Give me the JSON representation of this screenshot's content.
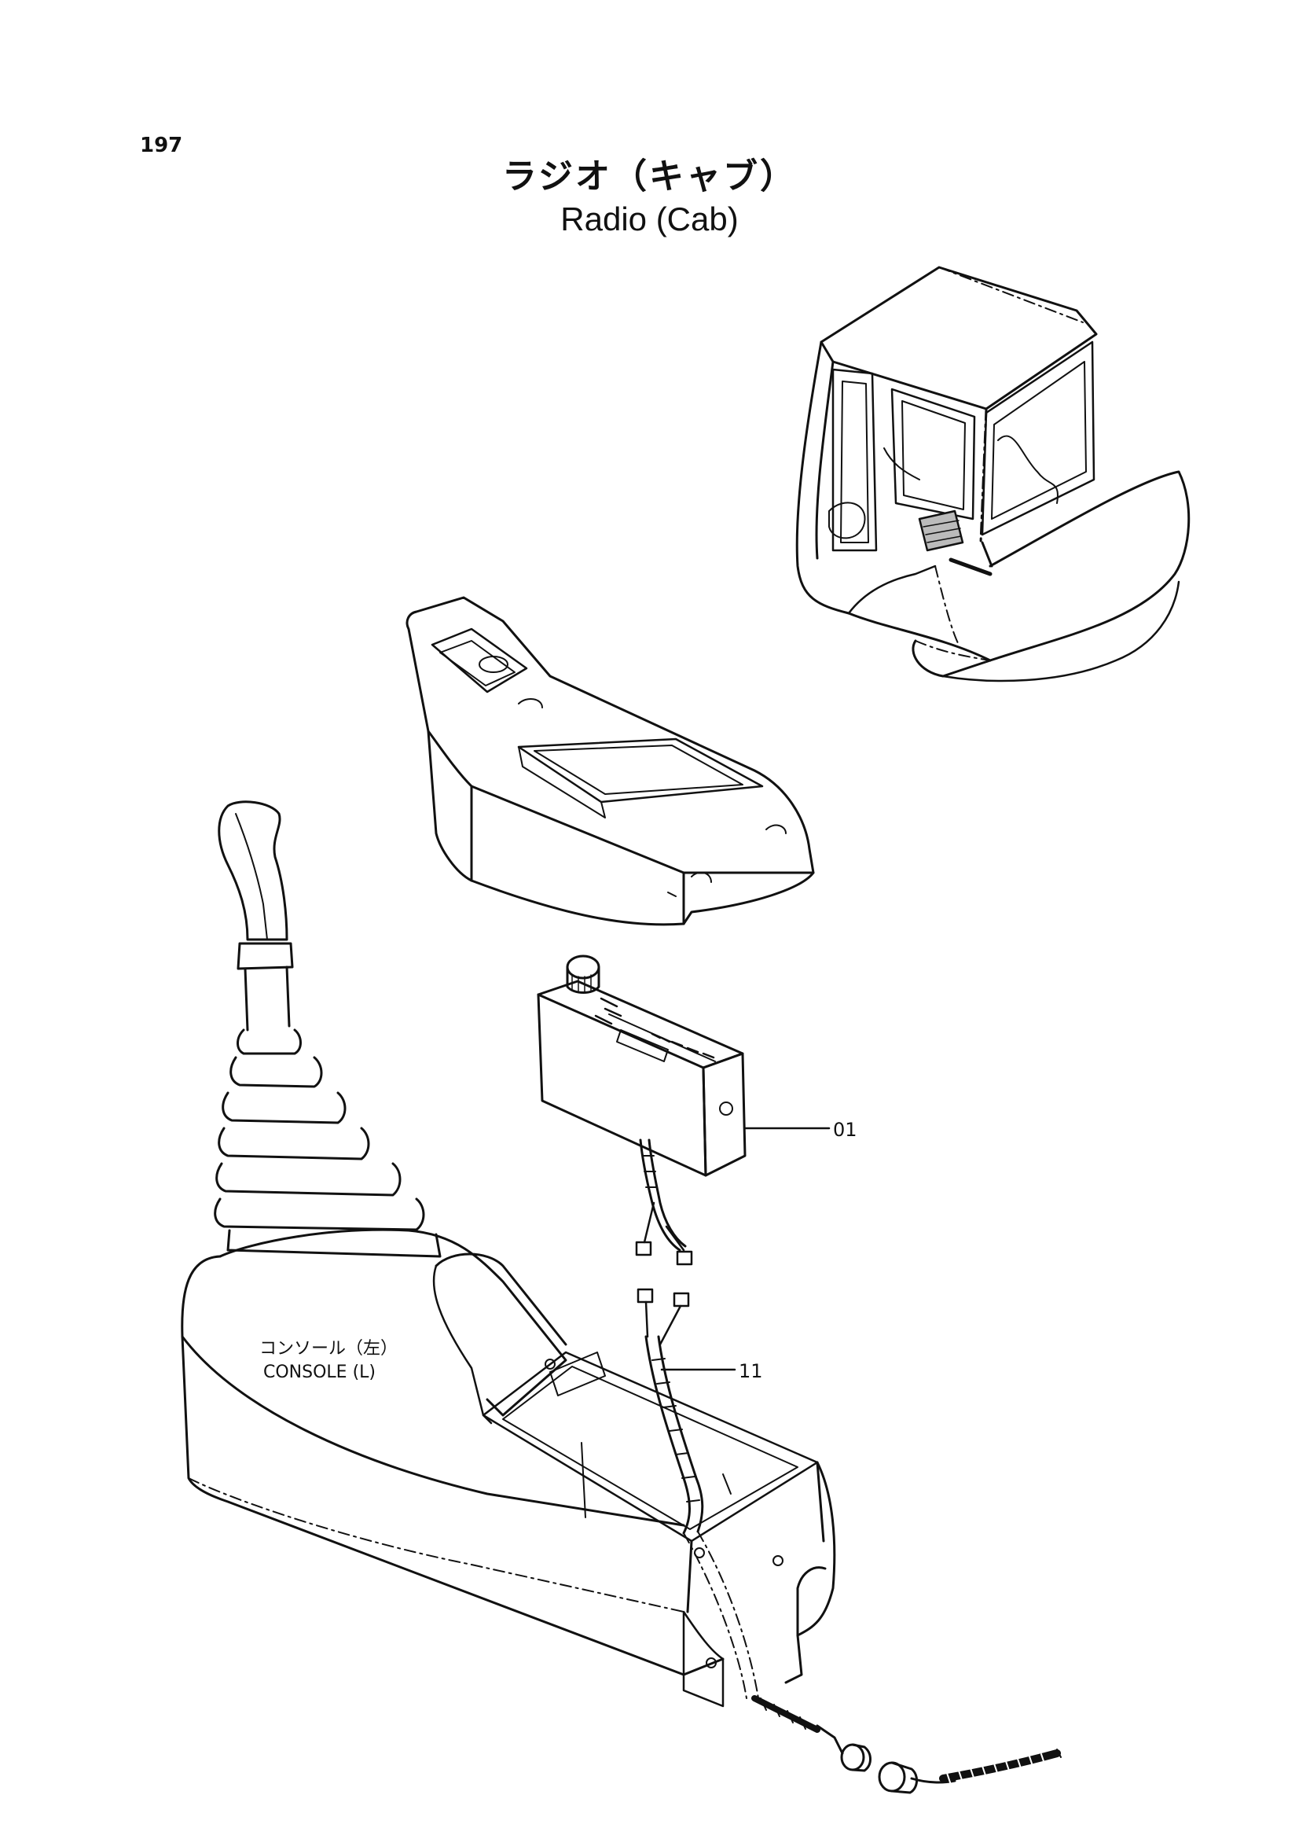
{
  "page_number": "197",
  "title_jp": "ラジオ（キャブ）",
  "title_en": "Radio (Cab)",
  "console_label": {
    "jp": "コンソール（左）",
    "en": "CONSOLE (L)"
  },
  "callouts": [
    {
      "id": "part-01",
      "text": "01"
    },
    {
      "id": "part-11",
      "text": "11"
    }
  ]
}
